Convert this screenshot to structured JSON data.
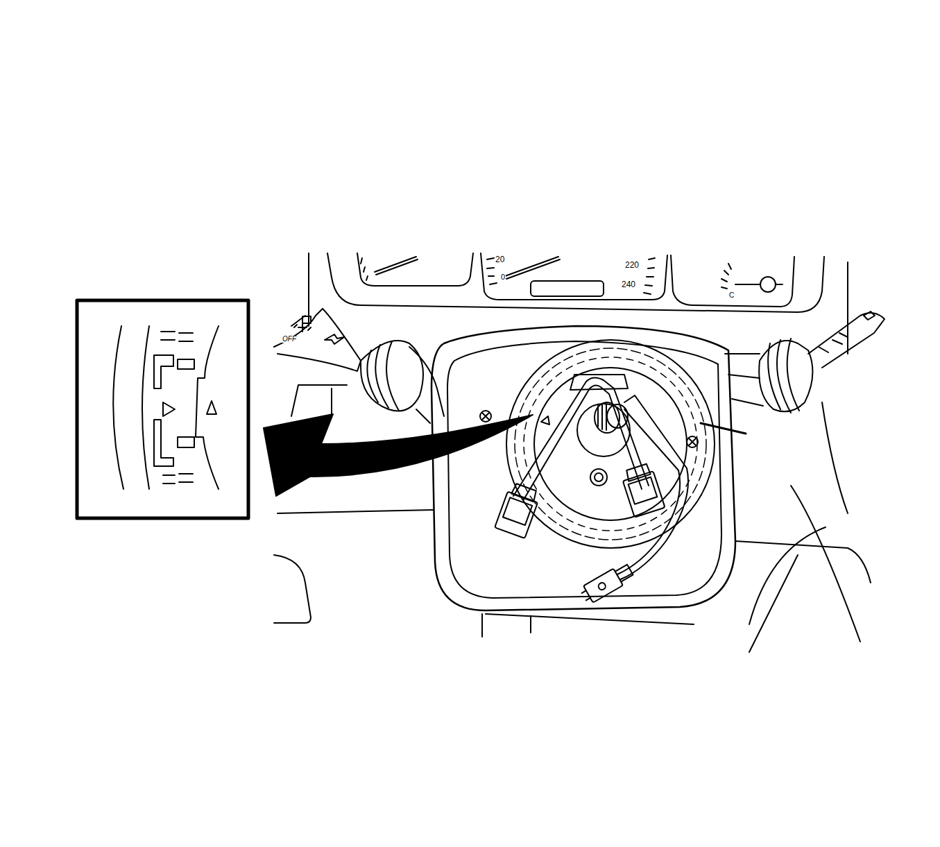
{
  "diagram": {
    "labels": [
      "20",
      "0",
      "220",
      "240",
      "C",
      "OFF"
    ]
  }
}
